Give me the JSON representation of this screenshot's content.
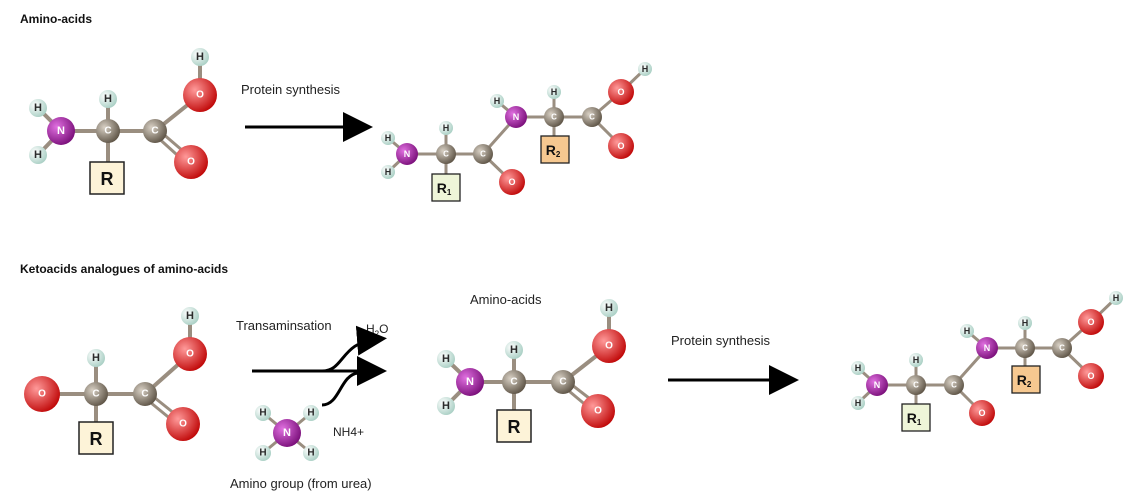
{
  "section1": {
    "heading": "Amino-acids",
    "arrow_label": "Protein synthesis"
  },
  "section2": {
    "heading": "Ketoacids analogues of amino-acids",
    "transamination_label": "Transaminsation",
    "water_label": "H",
    "water_sub": "2",
    "water_suffix": "O",
    "ammonium_label": "NH4+",
    "amino_group_label": "Amino group (from urea)",
    "amino_acids_label": "Amino-acids",
    "protein_synthesis_label": "Protein synthesis"
  },
  "atoms": {
    "hydrogen": "H",
    "nitrogen": "N",
    "carbon": "C",
    "oxygen": "O",
    "residue": "R",
    "residue1_sub": "1",
    "residue2_sub": "2"
  },
  "colors": {
    "hydrogen": "#cfe8e0",
    "nitrogen": "#8e1a8e",
    "carbon": "#8a7e6e",
    "oxygen": "#e01818",
    "residue_box": "#fdf3d8",
    "residue1_box": "#eef5d8",
    "residue2_box": "#f6c890",
    "bond": "#9a8e80"
  }
}
